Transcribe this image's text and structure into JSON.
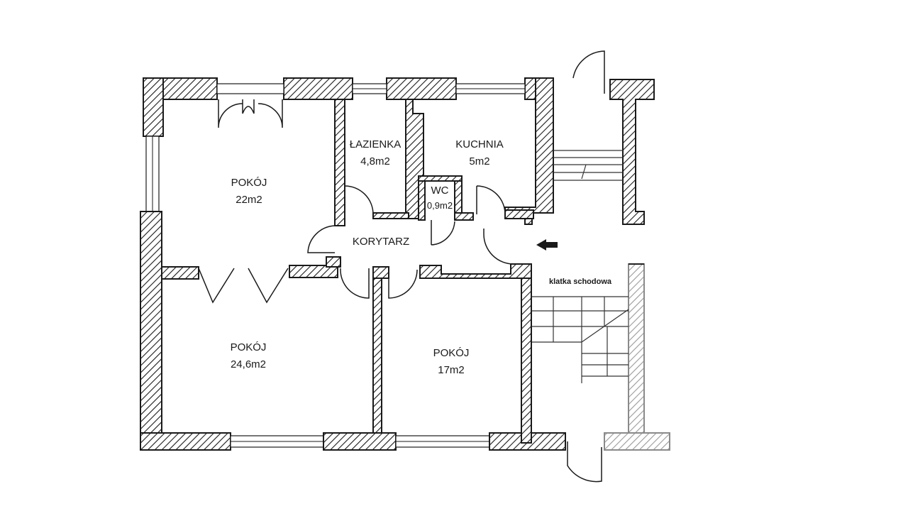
{
  "rooms": {
    "pokoj_top": {
      "name": "POKÓJ",
      "area": "22m2"
    },
    "lazienka": {
      "name": "ŁAZIENKA",
      "area": "4,8m2"
    },
    "kuchnia": {
      "name": "KUCHNIA",
      "area": "5m2"
    },
    "wc": {
      "name": "WC",
      "area": "0,9m2"
    },
    "korytarz": {
      "name": "KORYTARZ"
    },
    "pokoj_bottom_left": {
      "name": "POKÓJ",
      "area": "24,6m2"
    },
    "pokoj_bottom_right": {
      "name": "POKÓJ",
      "area": "17m2"
    },
    "klatka": {
      "name": "klatka schodowa"
    }
  },
  "icons": {
    "entrance": "arrow-left-icon"
  },
  "colors": {
    "wall": "#1a1a1a",
    "background": "#ffffff",
    "stair_wall": "#8a8a8a"
  }
}
